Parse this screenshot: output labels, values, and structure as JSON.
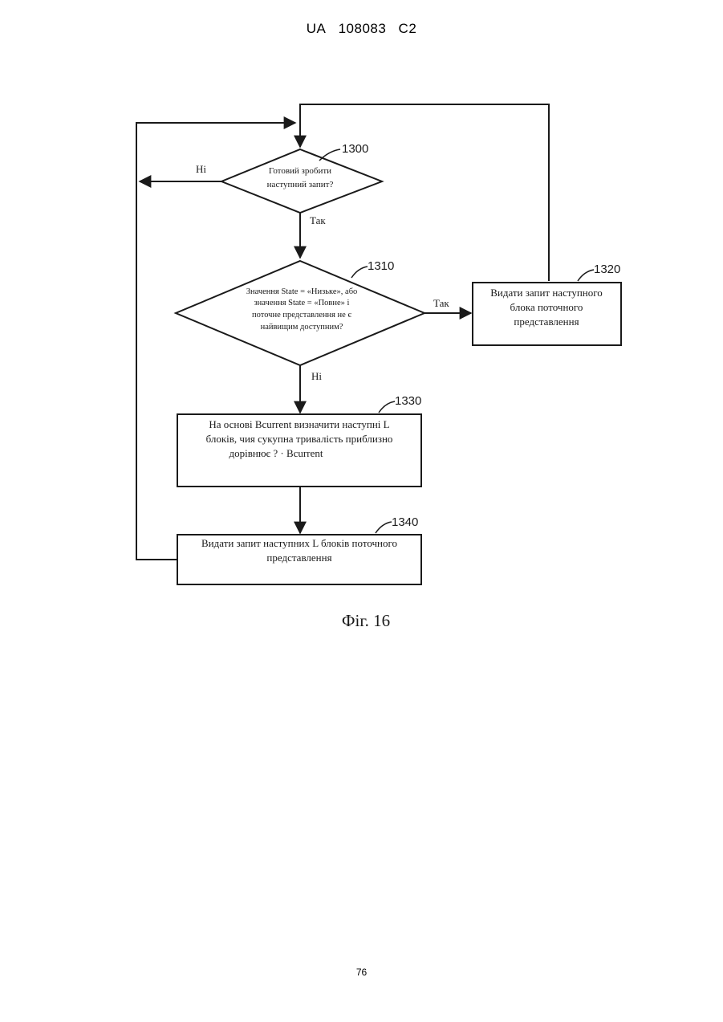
{
  "header": {
    "country": "UA",
    "number": "108083",
    "kind": "C2"
  },
  "diagram": {
    "nodes": {
      "n1300": {
        "ref": "1300",
        "lines": [
          "Готовий зробити",
          "наступний запит?"
        ]
      },
      "n1310": {
        "ref": "1310",
        "lines": [
          "Значення State = «Низьке», або",
          "значення State = «Повне» і",
          "поточне представлення не є",
          "найвищим доступним?"
        ]
      },
      "n1320": {
        "ref": "1320",
        "lines": [
          "Видати запит наступного",
          "блока поточного",
          "представлення"
        ]
      },
      "n1330": {
        "ref": "1330",
        "lines": [
          "На основі Bcurrent визначити наступні L",
          "блоків, чия сукупна тривалість приблизно",
          "дорівнює ? · Bcurrent"
        ]
      },
      "n1340": {
        "ref": "1340",
        "lines": [
          "Видати запит наступних L блоків поточного",
          "представлення"
        ]
      }
    },
    "edges": {
      "no_1300": "Ні",
      "yes_1300": "Так",
      "yes_1310": "Так",
      "no_1310": "Ні"
    },
    "caption": "Фіг. 16"
  },
  "footer": {
    "page_number": "76"
  }
}
